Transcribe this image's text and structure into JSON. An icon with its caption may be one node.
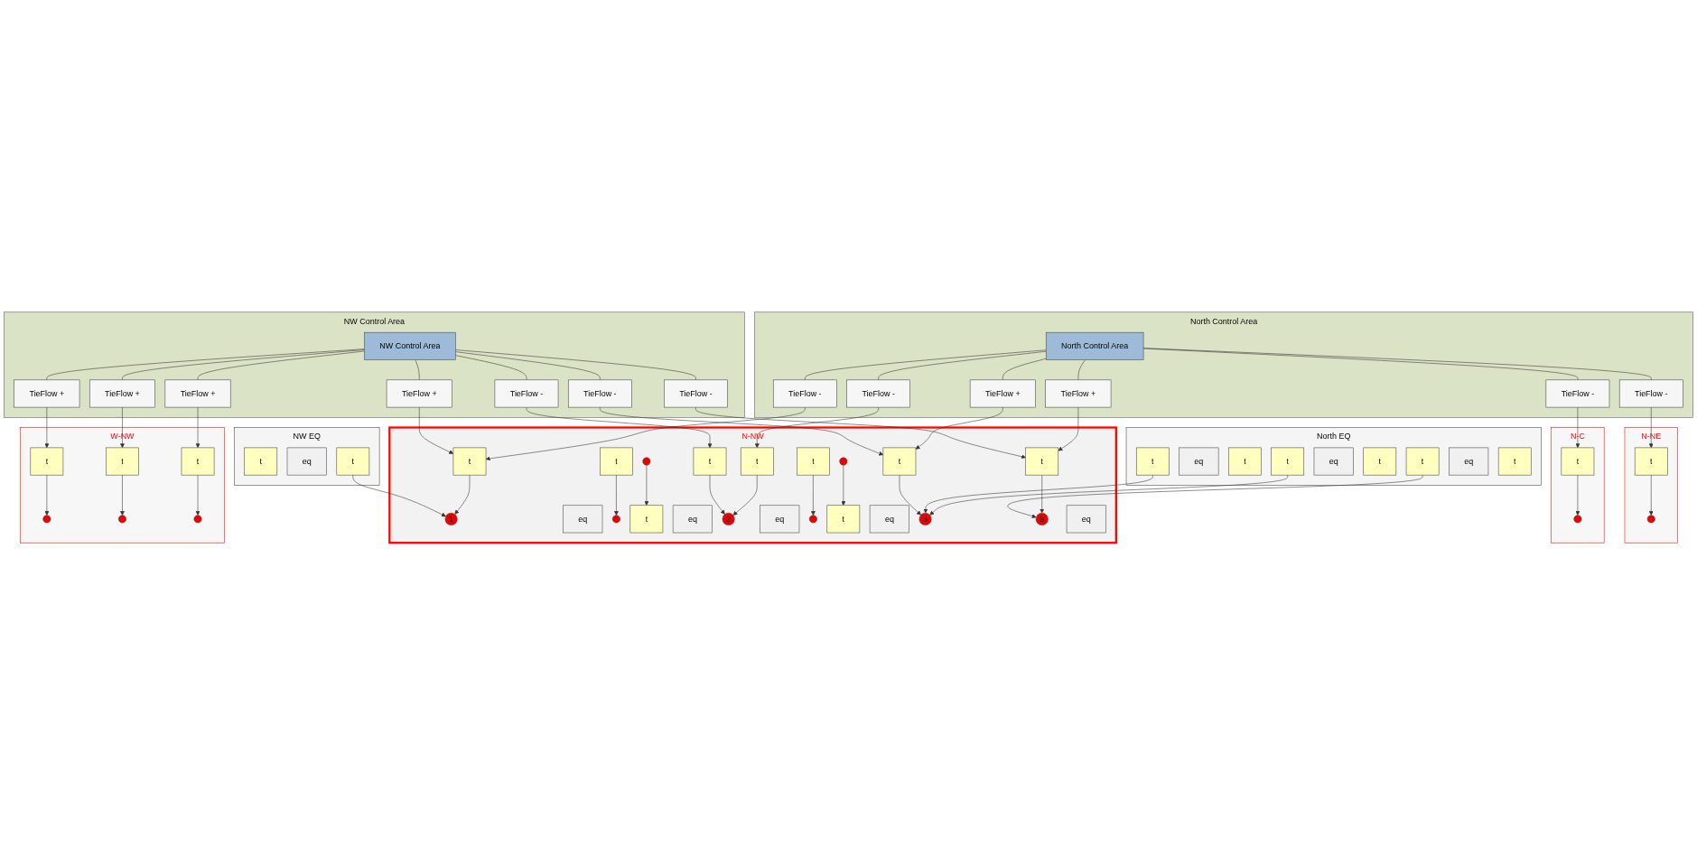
{
  "diagram": {
    "nodes": [
      {
        "text": [
          "NW Control Area"
        ]
      },
      {
        "text": [
          "NW Control Area"
        ],
        "in": 0
      },
      {
        "text": [
          "TieFlow +"
        ],
        "in": 0
      },
      {
        "text": [
          "TieFlow +"
        ],
        "in": 0
      },
      {
        "text": [
          "TieFlow -"
        ],
        "in": 0
      },
      {
        "text": [
          "TieFlow +"
        ],
        "in": 0
      },
      {
        "text": [
          "TieFlow -"
        ],
        "in": 0
      },
      {
        "text": [
          "TieFlow +"
        ],
        "in": 0
      },
      {
        "text": [
          "TieFlow -"
        ],
        "in": 0
      },
      {
        "text": [
          "North Control Area"
        ]
      },
      {
        "text": [
          "North Control Area"
        ],
        "in": 9
      },
      {
        "text": [
          "TieFlow -"
        ],
        "in": 9
      },
      {
        "text": [
          "TieFlow -"
        ],
        "in": 9
      },
      {
        "text": [
          "TieFlow +"
        ],
        "in": 9
      },
      {
        "text": [
          "TieFlow -"
        ],
        "in": 9
      },
      {
        "text": [
          "TieFlow +"
        ],
        "in": 9
      },
      {
        "text": [
          "TieFlow -"
        ],
        "in": 9
      },
      {
        "text": [
          "NW EQ"
        ]
      },
      {
        "text": [
          "North EQ"
        ]
      },
      {
        "text": [
          "N-NW"
        ]
      },
      {
        "text": [
          "N-NE"
        ]
      },
      {
        "text": [
          "W-NW"
        ]
      },
      {
        "text": [
          "N-C"
        ]
      },
      {
        "text": [
          "t"
        ],
        "in": 17
      },
      {
        "text": [
          "eq"
        ],
        "in": 17
      },
      {
        "text": [
          "t"
        ],
        "in": 17
      },
      {
        "text": [
          "1"
        ],
        "in": 19
      },
      {
        "text": [
          "t"
        ],
        "in": 19
      },
      {
        "text": [
          "eq"
        ],
        "in": 19
      },
      {
        "text": [
          "t"
        ],
        "in": 19
      },
      {
        "text": [],
        "shape": "circle",
        "in": 19
      },
      {
        "text": [],
        "shape": "circle",
        "in": 19
      },
      {
        "text": [
          "t"
        ],
        "in": 19
      },
      {
        "text": [
          "eq"
        ],
        "in": 19
      },
      {
        "text": [
          "t"
        ],
        "in": 19
      },
      {
        "text": [
          "2"
        ],
        "in": 19
      },
      {
        "text": [
          "t"
        ],
        "in": 19
      },
      {
        "text": [
          "eq"
        ],
        "in": 19
      },
      {
        "text": [
          "t"
        ],
        "in": 19
      },
      {
        "text": [],
        "shape": "circle",
        "in": 19
      },
      {
        "text": [],
        "shape": "circle",
        "in": 19
      },
      {
        "text": [
          "t"
        ],
        "in": 19
      },
      {
        "text": [
          "eq"
        ],
        "in": 19
      },
      {
        "text": [
          "t"
        ],
        "in": 19
      },
      {
        "text": [
          "3"
        ],
        "in": 19
      },
      {
        "text": [
          "t"
        ],
        "in": 18
      },
      {
        "text": [
          "eq"
        ],
        "in": 18
      },
      {
        "text": [
          "t"
        ],
        "in": 18
      },
      {
        "text": [
          "t"
        ],
        "in": 18
      },
      {
        "text": [
          "eq"
        ],
        "in": 18
      },
      {
        "text": [
          "t"
        ],
        "in": 18
      },
      {
        "text": [
          "t"
        ],
        "in": 18
      },
      {
        "text": [
          "eq"
        ],
        "in": 18
      },
      {
        "text": [
          "t"
        ],
        "in": 18
      },
      {
        "text": [
          "5"
        ],
        "in": 19
      },
      {
        "text": [
          "t"
        ],
        "in": 19
      },
      {
        "text": [
          "eq"
        ],
        "in": 19
      },
      {
        "text": [
          "t"
        ],
        "in": 20
      },
      {
        "text": [],
        "shape": "circle",
        "in": 20
      },
      {
        "text": [
          "t"
        ],
        "in": 21
      },
      {
        "text": [
          "t"
        ],
        "in": 21
      },
      {
        "text": [
          "t"
        ],
        "in": 21
      },
      {
        "text": [],
        "shape": "circle",
        "in": 21
      },
      {
        "text": [],
        "shape": "circle",
        "in": 21
      },
      {
        "text": [],
        "shape": "circle",
        "in": 21
      },
      {
        "text": [
          "t"
        ],
        "in": 22
      },
      {
        "text": [],
        "shape": "circle",
        "in": 22
      }
    ],
    "edges": [
      {
        "from": 1,
        "to": 2,
        "arrow": "none"
      },
      {
        "from": 1,
        "to": 3,
        "arrow": "none"
      },
      {
        "from": 1,
        "to": 4,
        "arrow": "none"
      },
      {
        "from": 1,
        "to": 5,
        "arrow": "none"
      },
      {
        "from": 1,
        "to": 6,
        "arrow": "none"
      },
      {
        "from": 1,
        "to": 7,
        "arrow": "none"
      },
      {
        "from": 1,
        "to": 8,
        "arrow": "none"
      },
      {
        "from": 10,
        "to": 11,
        "arrow": "none"
      },
      {
        "from": 10,
        "to": 12,
        "arrow": "none"
      },
      {
        "from": 10,
        "to": 13,
        "arrow": "none"
      },
      {
        "from": 10,
        "to": 14,
        "arrow": "none"
      },
      {
        "from": 10,
        "to": 15,
        "arrow": "none"
      },
      {
        "from": 10,
        "to": 16,
        "arrow": "none"
      },
      {
        "from": 2,
        "to": 27,
        "arrow": "to"
      },
      {
        "from": 3,
        "to": 59,
        "arrow": "to"
      },
      {
        "from": 4,
        "to": 34,
        "arrow": "to"
      },
      {
        "from": 5,
        "to": 60,
        "arrow": "to"
      },
      {
        "from": 6,
        "to": 43,
        "arrow": "to"
      },
      {
        "from": 7,
        "to": 61,
        "arrow": "to"
      },
      {
        "from": 8,
        "to": 55,
        "arrow": "to"
      },
      {
        "from": 11,
        "to": 27,
        "arrow": "to"
      },
      {
        "from": 12,
        "to": 36,
        "arrow": "to"
      },
      {
        "from": 13,
        "to": 43,
        "arrow": "to"
      },
      {
        "from": 14,
        "to": 57,
        "arrow": "to"
      },
      {
        "from": 15,
        "to": 55,
        "arrow": "to"
      },
      {
        "from": 16,
        "to": 65,
        "arrow": "to"
      },
      {
        "from": 25,
        "to": 26,
        "arrow": "to"
      },
      {
        "from": 27,
        "to": 26,
        "arrow": "to"
      },
      {
        "from": 29,
        "to": 30,
        "arrow": "to"
      },
      {
        "from": 31,
        "to": 32,
        "arrow": "to"
      },
      {
        "from": 34,
        "to": 35,
        "arrow": "to"
      },
      {
        "from": 36,
        "to": 35,
        "arrow": "to"
      },
      {
        "from": 38,
        "to": 39,
        "arrow": "to"
      },
      {
        "from": 40,
        "to": 41,
        "arrow": "to"
      },
      {
        "from": 43,
        "to": 44,
        "arrow": "to"
      },
      {
        "from": 45,
        "to": 44,
        "arrow": "to"
      },
      {
        "from": 48,
        "to": 44,
        "arrow": "to"
      },
      {
        "from": 51,
        "to": 54,
        "arrow": "to"
      },
      {
        "from": 55,
        "to": 54,
        "arrow": "to"
      },
      {
        "from": 57,
        "to": 58,
        "arrow": "to"
      },
      {
        "from": 59,
        "to": 62,
        "arrow": "to"
      },
      {
        "from": 60,
        "to": 63,
        "arrow": "to"
      },
      {
        "from": 61,
        "to": 64,
        "arrow": "to"
      },
      {
        "from": 65,
        "to": 66,
        "arrow": "to"
      }
    ]
  }
}
